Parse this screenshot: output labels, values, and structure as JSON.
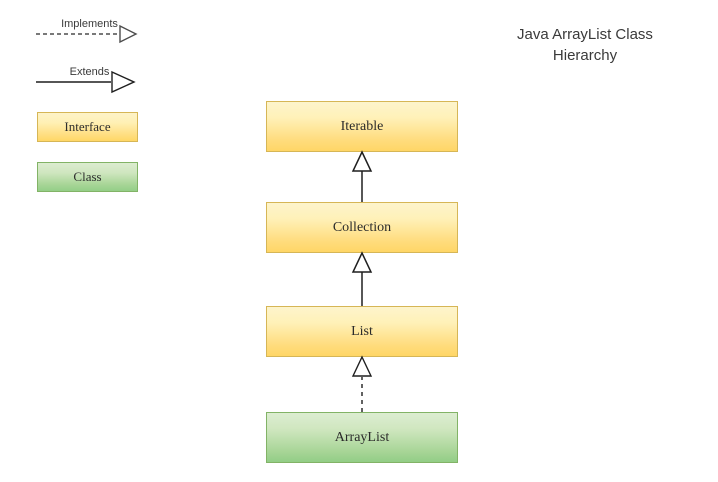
{
  "title": {
    "text": "Java ArrayList Class\nHierarchy"
  },
  "legend": {
    "implements_label": "Implements",
    "extends_label": "Extends",
    "interface_label": "Interface",
    "class_label": "Class"
  },
  "colors": {
    "interface_fill_top": "#fdf4cc",
    "interface_fill_bottom": "#ffd666",
    "interface_border": "#d6b656",
    "class_fill_top": "#dcedd1",
    "class_fill_bottom": "#92cd86",
    "class_border": "#82b366",
    "connector": "#1f1f1f",
    "text": "#2b2b2b",
    "background": "#ffffff"
  },
  "nodes": [
    {
      "id": "iterable",
      "label": "Iterable",
      "kind": "Interface"
    },
    {
      "id": "collection",
      "label": "Collection",
      "kind": "Interface"
    },
    {
      "id": "list",
      "label": "List",
      "kind": "Interface"
    },
    {
      "id": "arraylist",
      "label": "ArrayList",
      "kind": "Class"
    }
  ],
  "edges": [
    {
      "from": "collection",
      "to": "iterable",
      "relation": "Extends",
      "style": "solid"
    },
    {
      "from": "list",
      "to": "collection",
      "relation": "Extends",
      "style": "solid"
    },
    {
      "from": "arraylist",
      "to": "list",
      "relation": "Implements",
      "style": "dashed"
    }
  ]
}
